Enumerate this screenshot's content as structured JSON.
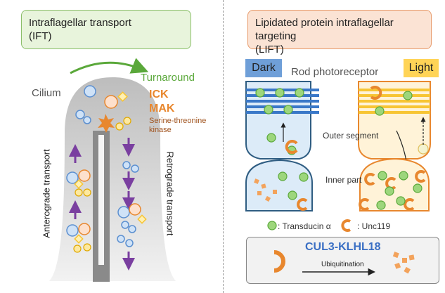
{
  "left": {
    "box_title_line1": "Intraflagellar transport",
    "box_title_line2": "(IFT)",
    "turnaround": "Turnaround",
    "cilium": "Cilium",
    "ick": "ICK",
    "mak": "MAK",
    "kinase_line1": "Serine-threonine",
    "kinase_line2": "kinase",
    "anterograde": "Anterograde transport",
    "retrograde": "Retrograde transport"
  },
  "right": {
    "box_title_line1": "Lipidated protein intraflagellar targeting",
    "box_title_line2": "(LIFT)",
    "dark": "Dark",
    "light": "Light",
    "rod": "Rod photoreceptor",
    "outer_segment": "Outer segment",
    "inner_part": "Inner part",
    "legend_transducin": ": Transducin α",
    "legend_unc119": ": Unc119",
    "cul3": "CUL3-KLHL18",
    "ubiquitination": "Ubiquitination"
  },
  "colors": {
    "green": "#8bbf6a",
    "orange": "#e8872e",
    "blue": "#5b8fd0",
    "yellow": "#f7c534",
    "purple": "#7a3fa0",
    "cul3_blue": "#3a6fc4"
  }
}
